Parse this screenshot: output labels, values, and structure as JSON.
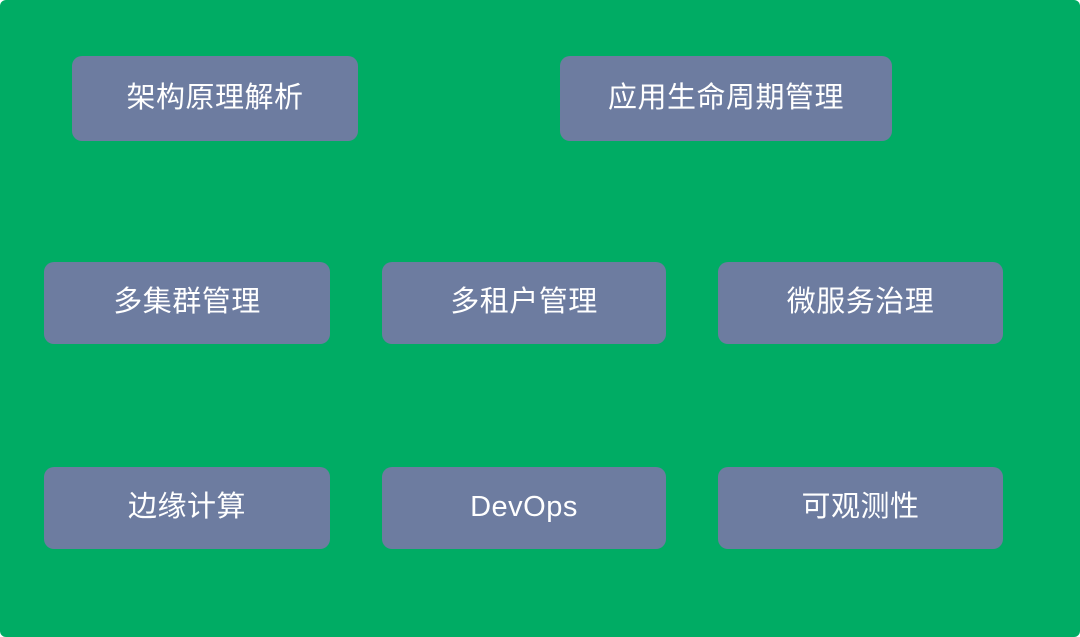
{
  "slide": {
    "background_color": "#00ac64",
    "card_color": "#6d7ca0",
    "text_color": "#ffffff"
  },
  "rows": [
    {
      "row_name": "row-1",
      "cards": [
        {
          "label": "架构原理解析"
        },
        {
          "label": "应用生命周期管理"
        }
      ]
    },
    {
      "row_name": "row-2",
      "cards": [
        {
          "label": "多集群管理"
        },
        {
          "label": "多租户管理"
        },
        {
          "label": "微服务治理"
        }
      ]
    },
    {
      "row_name": "row-3",
      "cards": [
        {
          "label": "边缘计算"
        },
        {
          "label": "DevOps"
        },
        {
          "label": "可观测性"
        }
      ]
    }
  ]
}
